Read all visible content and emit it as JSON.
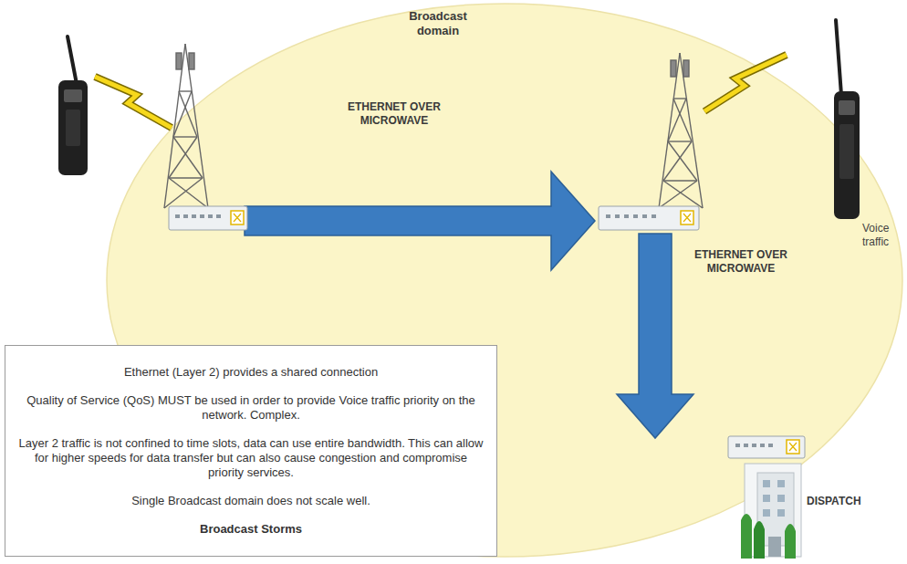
{
  "diagram": {
    "nodes": [
      {
        "text": [
          "Broadcast domain"
        ]
      },
      {
        "text": [
          "Ethernet (Layer 2) provides a shared connection",
          "Quality of Service (QoS) MUST be used in order to provide Voice traffic priority on the network. Complex.",
          "Layer 2 traffic is not confined to time slots, data can use entire bandwidth. This can allow for higher speeds for data transfer but can also cause congestion and compromise priority services.",
          "Single Broadcast domain does not scale well.",
          "Broadcast Storms"
        ]
      },
      {
        "text": [
          "DISPATCH"
        ]
      }
    ],
    "labels": [
      "ETHERNET OVER MICROWAVE",
      "ETHERNET OVER MICROWAVE",
      "Voice traffic"
    ]
  }
}
